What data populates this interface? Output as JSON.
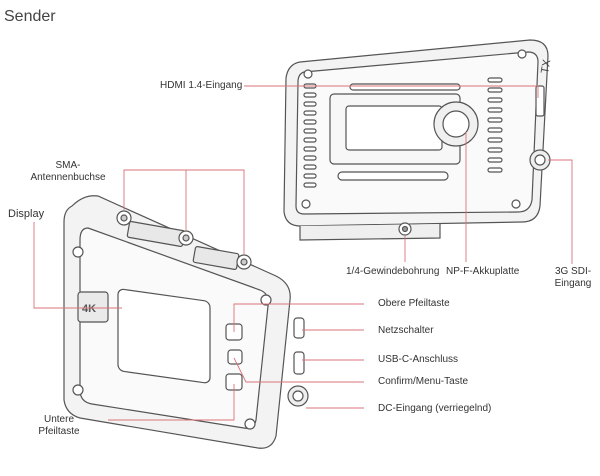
{
  "title": "Sender",
  "labels": {
    "hdmi": "HDMI 1.4-Eingang",
    "sma_1": "SMA-",
    "sma_2": "Antennenbuchse",
    "display": "Display",
    "thread": "1/4-Gewindebohrung",
    "npf": "NP-F-Akkuplatte",
    "sdi_1": "3G SDI-",
    "sdi_2": "Eingang",
    "up": "Obere Pfeiltaste",
    "power": "Netzschalter",
    "usbc": "USB-C-Anschluss",
    "confirm": "Confirm/Menu-Taste",
    "dc": "DC-Eingang (verriegelnd)",
    "down_1": "Untere",
    "down_2": "Pfeiltaste"
  },
  "device": {
    "back_mark": "TX",
    "front_mark": "4K"
  },
  "colors": {
    "callout": "#d9737b",
    "outline": "#555555",
    "fill": "#f2f2f2"
  }
}
